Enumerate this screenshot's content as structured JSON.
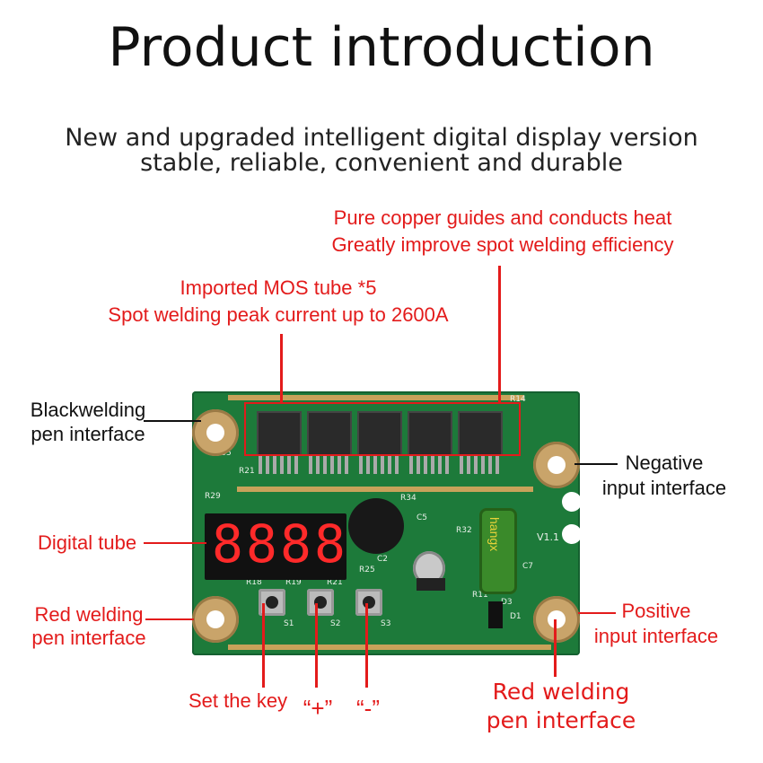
{
  "header": {
    "title": "Product introduction",
    "subtitle_line1": "New and upgraded intelligent digital display version",
    "subtitle_line2": "stable, reliable, convenient and durable"
  },
  "callouts": {
    "copper_line1": "Pure copper guides and conducts heat",
    "copper_line2": "Greatly improve spot welding efficiency",
    "mos_line1": "Imported MOS tube *5",
    "mos_line2": "Spot welding peak current up to 2600A",
    "black_pen_line1": "Blackwelding",
    "black_pen_line2": "pen interface",
    "negative_line1": "Negative",
    "negative_line2": "input interface",
    "digital_tube": "Digital tube",
    "red_pen_left_line1": "Red welding",
    "red_pen_left_line2": "pen interface",
    "positive_line1": "Positive",
    "positive_line2": "input interface",
    "red_pen_right_line1": "Red welding",
    "red_pen_right_line2": "pen interface",
    "set_key": "Set the key",
    "plus_key": "“+”",
    "minus_key": "“-”"
  },
  "board": {
    "display_digits": [
      "8",
      "8",
      "8",
      "8"
    ],
    "capacitor_brand": "hangx",
    "version_label": "V1.1",
    "silk_labels": [
      "R14",
      "R35",
      "R21",
      "R29",
      "R34",
      "R19",
      "R21",
      "R18",
      "R25",
      "R32",
      "S1",
      "S2",
      "S3",
      "D1",
      "D3",
      "C2",
      "C5",
      "C7",
      "R11"
    ]
  },
  "colors": {
    "callout_red": "#e31b1b",
    "board_green": "#1d7a3a",
    "pad_gold": "#c9a46a",
    "digit_red": "#ff2a2a"
  }
}
